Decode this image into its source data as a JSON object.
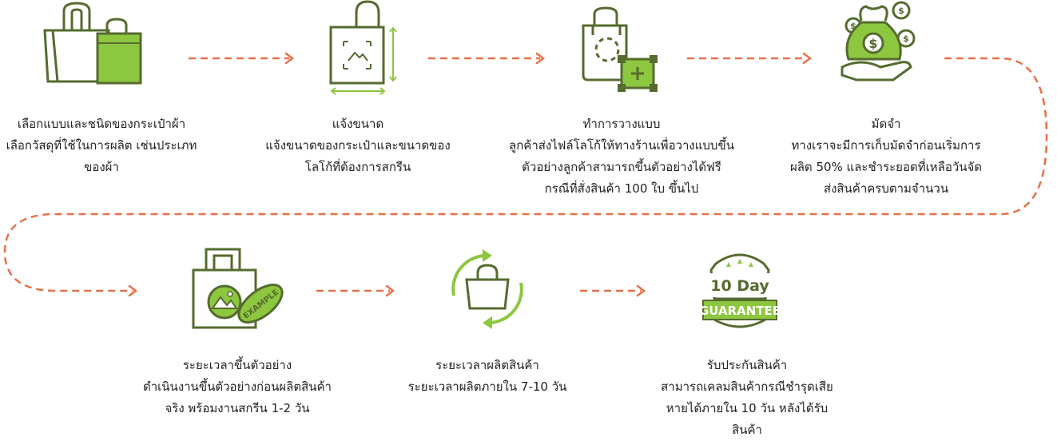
{
  "colors": {
    "green_dark": "#556b2f",
    "green_light": "#8dc63f",
    "arrow": "#e8704a",
    "text": "#222222"
  },
  "steps": [
    {
      "icon": "tote-bags-icon",
      "title": "เลือกแบบและชนิดของกระเป๋าผ้า",
      "desc": "เลือกวัสดุที่ใช้ในการผลิต เช่นประเภท\nของผ้า"
    },
    {
      "icon": "bag-measure-icon",
      "title": "แจ้งขนาด",
      "desc": "แจ้งขนาดของกระเป๋าและขนาดของ\nโลโก้ที่ต้องการสกรีน"
    },
    {
      "icon": "bag-design-icon",
      "title": "ทำการวางแบบ",
      "desc": "ลูกค้าส่งไฟล์โลโก้ให้ทางร้านเพื่อวางแบบขึ้น\nตัวอย่างลูกค้าสามารถขึ้นตัวอย่างได้ฟรี\nกรณีที่สั่งสินค้า 100 ใบ ขึ้นไป"
    },
    {
      "icon": "money-hand-icon",
      "title": "มัดจำ",
      "desc": "ทางเราจะมีการเก็บมัดจำก่อนเริ่มการ\nผลิต 50% และชำระยอดที่เหลือวันจัด\nส่งสินค้าครบตามจำนวน"
    },
    {
      "icon": "example-bag-icon",
      "title": "ระยะเวลาขึ้นตัวอย่าง",
      "desc": "ดำเนินงานขึ้นตัวอย่างก่อนผลิตสินค้า\nจริง พร้อมงานสกรีน  1-2  วัน"
    },
    {
      "icon": "bag-cycle-icon",
      "title": "ระยะเวลาผลิตสินค้า",
      "desc": "ระยะเวลาผลิตภายใน 7-10 วัน"
    },
    {
      "icon": "guarantee-badge-icon",
      "title": "รับประกันสินค้า",
      "desc": "สามารถเคลมสินค้ากรณีชำรุดเสีย\nหายได้ภายใน 10 วัน หลังได้รับ\nสินค้า"
    }
  ],
  "badge": {
    "days": "10 Day",
    "word": "GUARANTEE",
    "stamp": "EXAMPLE"
  }
}
